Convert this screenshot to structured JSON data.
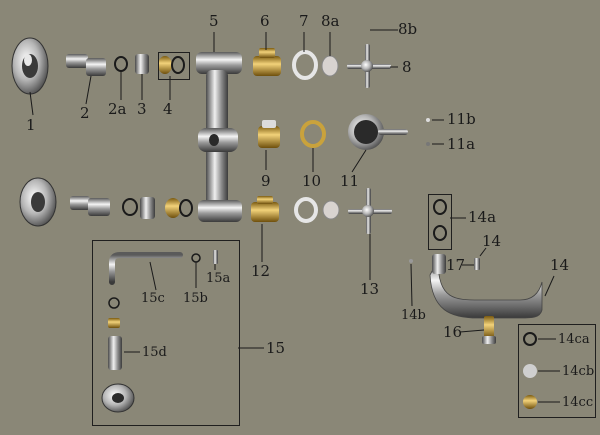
{
  "labels": {
    "l1": "1",
    "l2": "2",
    "l2a": "2a",
    "l3": "3",
    "l4": "4",
    "l5": "5",
    "l6": "6",
    "l7": "7",
    "l8a": "8a",
    "l8b": "8b",
    "l8": "8",
    "l9": "9",
    "l10": "10",
    "l11": "11",
    "l11b": "11b",
    "l11a": "11a",
    "l12": "12",
    "l13": "13",
    "l14a": "14a",
    "l14_mid": "14",
    "l14_right": "14",
    "l14b": "14b",
    "l16": "16",
    "l17": "17",
    "l15": "15",
    "l15a": "15a",
    "l15b": "15b",
    "l15c": "15c",
    "l15d": "15d",
    "l14ca": "14ca",
    "l14cb": "14cb",
    "l14cc": "14cc"
  },
  "colors": {
    "background": "#8a8777",
    "chrome_light": "#f2f2f2",
    "chrome_dark": "#3a3a3a",
    "brass": "#c9a23c",
    "line": "#1a1a1a"
  }
}
